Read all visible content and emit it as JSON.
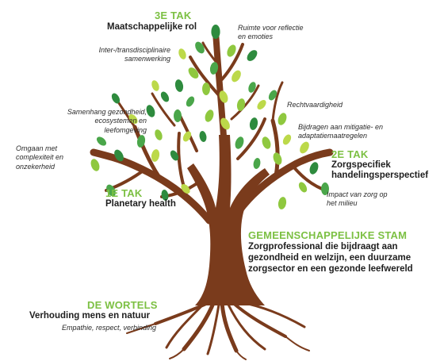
{
  "branch3": {
    "title": "3E TAK",
    "subtitle": "Maatschappelijke rol",
    "notes": [
      "Ruimte voor reflectie en emoties",
      "Inter-/transdisciplinaire samenwerking"
    ]
  },
  "branch1": {
    "title": "1E TAK",
    "subtitle": "Planetary health",
    "notes": [
      "Samenhang gezondheid, ecosystemen en leefomgeving",
      "Omgaan met complexiteit en onzekerheid"
    ]
  },
  "branch2": {
    "title": "2E TAK",
    "subtitle": "Zorgspecifiek handelingsperspectief",
    "notes": [
      "Rechtvaardigheid",
      "Bijdragen aan mitigatie- en adaptatiemaatregelen",
      "Impact van zorg op het milieu"
    ]
  },
  "trunk": {
    "title": "GEMEENSCHAPPELIJKE STAM",
    "subtitle": "Zorgprofessional die bijdraagt aan gezondheid en welzijn, een duurzame zorgsector en een gezonde leefwereld"
  },
  "roots": {
    "title": "DE WORTELS",
    "subtitle": "Verhouding mens en natuur",
    "notes": [
      "Empathie, respect, verbinding"
    ]
  },
  "colors": {
    "accent_green": "#7cc043",
    "trunk_brown": "#7a3b1c",
    "leaf_palette": [
      "#2e8b3e",
      "#4aa64a",
      "#8fc83f",
      "#bcd94a"
    ]
  }
}
